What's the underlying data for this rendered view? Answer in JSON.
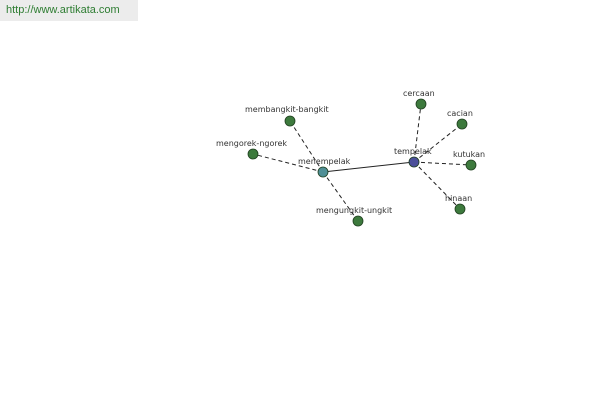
{
  "url": "http://www.artikata.com",
  "graph": {
    "nodes": [
      {
        "id": "tempelak",
        "label": "tempelak",
        "kind": "root",
        "color": "#4b4f9a"
      },
      {
        "id": "menempelak",
        "label": "menempelak",
        "kind": "hub",
        "color": "#4f8f96"
      },
      {
        "id": "membangkit-bangkit",
        "label": "membangkit-bangkit",
        "kind": "leaf",
        "color": "#3d7a3d"
      },
      {
        "id": "mengorek-ngorek",
        "label": "mengorek-ngorek",
        "kind": "leaf",
        "color": "#3d7a3d"
      },
      {
        "id": "mengungkit-ungkit",
        "label": "mengungkit-ungkit",
        "kind": "leaf",
        "color": "#3d7a3d"
      },
      {
        "id": "cercaan",
        "label": "cercaan",
        "kind": "leaf",
        "color": "#3d7a3d"
      },
      {
        "id": "cacian",
        "label": "cacian",
        "kind": "leaf",
        "color": "#3d7a3d"
      },
      {
        "id": "kutukan",
        "label": "kutukan",
        "kind": "leaf",
        "color": "#3d7a3d"
      },
      {
        "id": "hinaan",
        "label": "hinaan",
        "kind": "leaf",
        "color": "#3d7a3d"
      }
    ],
    "edges": [
      {
        "from": "menempelak",
        "to": "tempelak",
        "style": "solid"
      },
      {
        "from": "menempelak",
        "to": "membangkit-bangkit",
        "style": "dashed"
      },
      {
        "from": "menempelak",
        "to": "mengorek-ngorek",
        "style": "dashed"
      },
      {
        "from": "menempelak",
        "to": "mengungkit-ungkit",
        "style": "dashed"
      },
      {
        "from": "tempelak",
        "to": "cercaan",
        "style": "dashed"
      },
      {
        "from": "tempelak",
        "to": "cacian",
        "style": "dashed"
      },
      {
        "from": "tempelak",
        "to": "kutukan",
        "style": "dashed"
      },
      {
        "from": "tempelak",
        "to": "hinaan",
        "style": "dashed"
      }
    ]
  }
}
